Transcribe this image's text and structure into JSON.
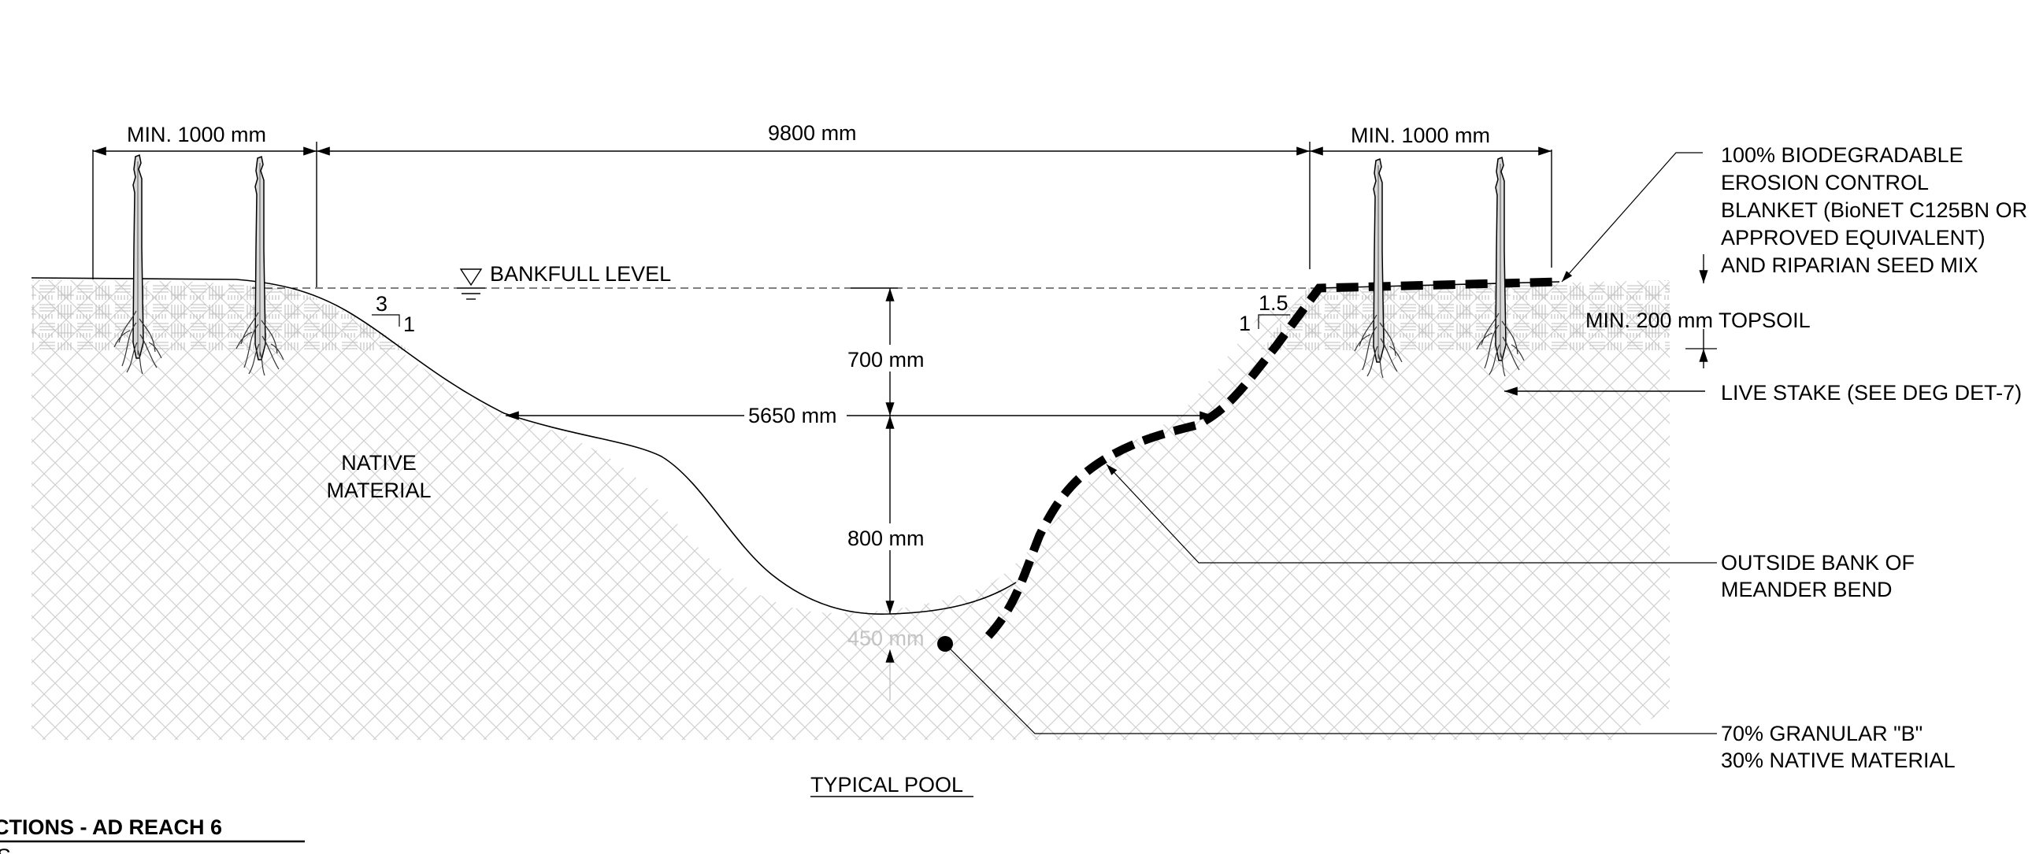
{
  "dimensions": {
    "left_buffer": "MIN. 1000 mm",
    "channel_width": "9800 mm",
    "right_buffer": "MIN. 1000 mm",
    "bankfull_depth": "700 mm",
    "mid_width": "5650 mm",
    "pool_depth": "800 mm",
    "sub_pool_depth": "450 mm"
  },
  "labels": {
    "bankfull_level": "BANKFULL LEVEL",
    "native_material_line1": "NATIVE",
    "native_material_line2": "MATERIAL",
    "left_slope_run": "3",
    "left_slope_rise": "1",
    "right_slope_run": "1.5",
    "right_slope_rise": "1",
    "section_caption": "TYPICAL POOL",
    "sheet_title": "CTIONS - AD REACH 6",
    "sheet_subtitle": "S"
  },
  "callouts": {
    "blanket": [
      "100% BIODEGRADABLE",
      "EROSION CONTROL",
      "BLANKET (BioNET C125BN OR",
      "APPROVED EQUIVALENT)",
      "AND RIPARIAN SEED MIX"
    ],
    "topsoil": "MIN. 200 mm TOPSOIL",
    "live_stake": "LIVE STAKE (SEE DEG DET-7)",
    "outside_bank": [
      "OUTSIDE BANK OF",
      "MEANDER BEND"
    ],
    "granular": [
      "70% GRANULAR \"B\"",
      "30% NATIVE MATERIAL"
    ]
  },
  "icons": {
    "water_level": "inverted-triangle-water-level-icon",
    "live_stake": "live-stake-icon",
    "leader_dot": "leader-dot-icon"
  },
  "colors": {
    "linework": "#000000",
    "hatch": "#cfcfcf",
    "faded_text": "#c4c4c4",
    "background": "#ffffff"
  }
}
